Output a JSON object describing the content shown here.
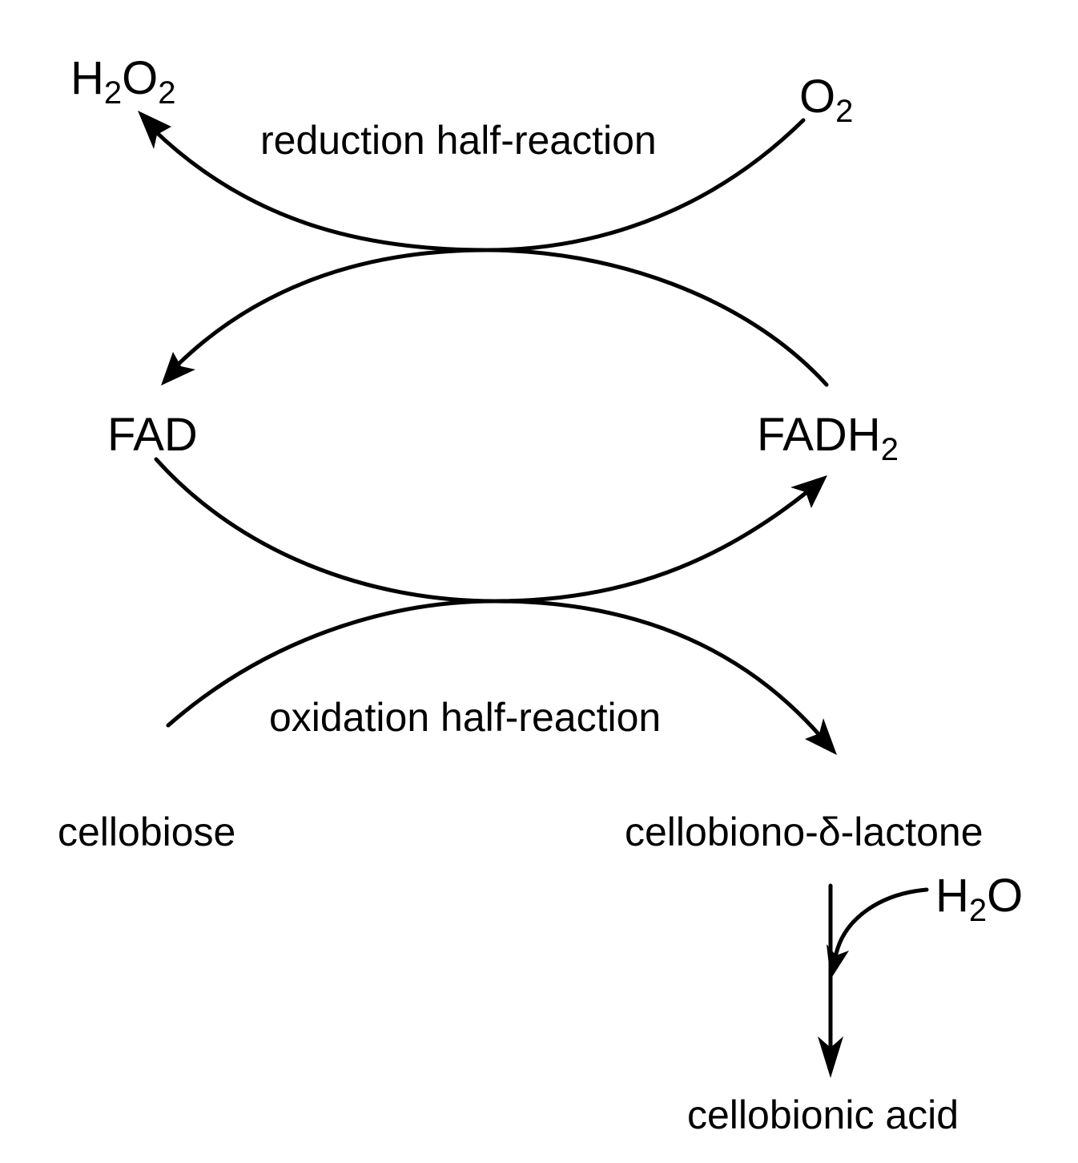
{
  "species": {
    "h2o2": {
      "base1": "H",
      "sub1": "2",
      "base2": "O",
      "sub2": "2"
    },
    "o2": {
      "base": "O",
      "sub": "2"
    },
    "fad": "FAD",
    "fadh2": {
      "base": "FADH",
      "sub": "2"
    },
    "cellobiose": "cellobiose",
    "lactone": "cellobiono-δ-lactone",
    "h2o": {
      "base1": "H",
      "sub": "2",
      "base2": "O"
    },
    "acid": "cellobionic acid"
  },
  "labels": {
    "reduction": "reduction half-reaction",
    "oxidation": "oxidation half-reaction"
  },
  "colors": {
    "ink": "#000000",
    "background": "#ffffff"
  }
}
